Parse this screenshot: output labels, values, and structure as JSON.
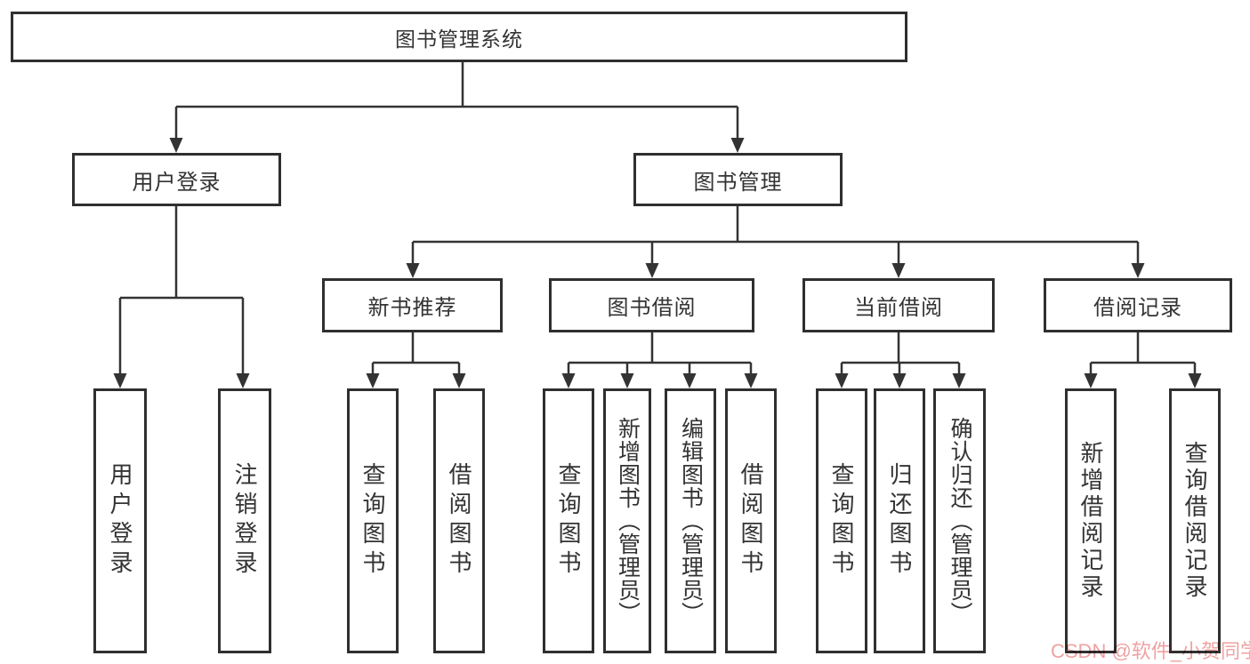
{
  "diagram": {
    "root": {
      "label": "图书管理系统"
    },
    "user_login": {
      "label": "用户登录",
      "children": [
        {
          "label": "用户登录"
        },
        {
          "label": "注销登录"
        }
      ]
    },
    "book_mgmt": {
      "label": "图书管理",
      "children": [
        {
          "label": "新书推荐",
          "children": [
            {
              "label": "查询图书"
            },
            {
              "label": "借阅图书"
            }
          ]
        },
        {
          "label": "图书借阅",
          "children": [
            {
              "label": "查询图书"
            },
            {
              "label": "新增图书（管理员）"
            },
            {
              "label": "编辑图书（管理员）"
            },
            {
              "label": "借阅图书"
            }
          ]
        },
        {
          "label": "当前借阅",
          "children": [
            {
              "label": "查询图书"
            },
            {
              "label": "归还图书"
            },
            {
              "label": "确认归还（管理员）"
            }
          ]
        },
        {
          "label": "借阅记录",
          "children": [
            {
              "label": "新增借阅记录"
            },
            {
              "label": "查询借阅记录"
            }
          ]
        }
      ]
    },
    "watermark": "CSDN @软件_小贺同学",
    "colors": {
      "line": "#333333",
      "box_border": "#2f2f2f",
      "text": "#333333",
      "watermark": "#ee9a9a",
      "background": "#ffffff"
    }
  }
}
